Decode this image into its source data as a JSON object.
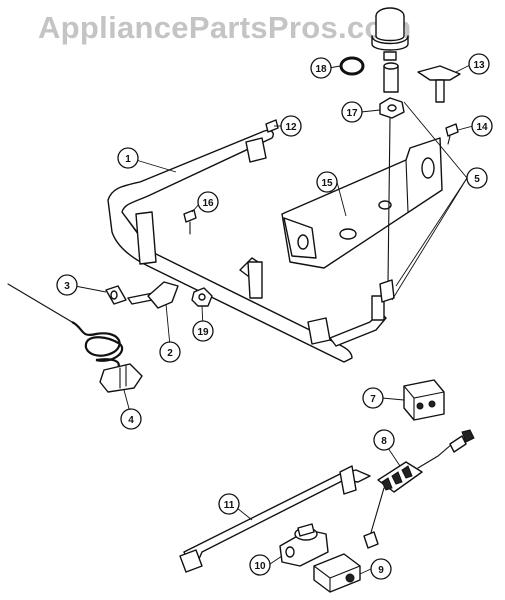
{
  "watermark": "AppliancePartsPros.com",
  "callouts": [
    {
      "num": "1"
    },
    {
      "num": "2"
    },
    {
      "num": "3"
    },
    {
      "num": "4"
    },
    {
      "num": "5"
    },
    {
      "num": "7"
    },
    {
      "num": "8"
    },
    {
      "num": "9"
    },
    {
      "num": "10"
    },
    {
      "num": "11"
    },
    {
      "num": "12"
    },
    {
      "num": "13"
    },
    {
      "num": "14"
    },
    {
      "num": "15"
    },
    {
      "num": "16"
    },
    {
      "num": "17"
    },
    {
      "num": "18"
    },
    {
      "num": "19"
    }
  ]
}
